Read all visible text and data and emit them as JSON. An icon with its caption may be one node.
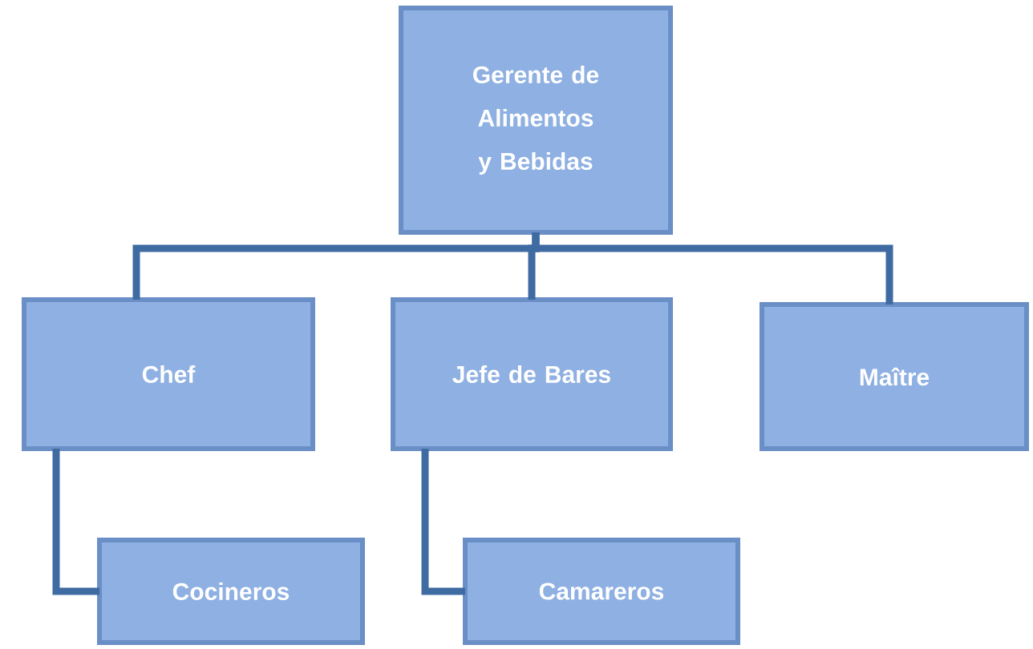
{
  "diagram": {
    "nodes": [
      {
        "text": [
          "Gerente de Alimentos y Bebidas"
        ]
      },
      {
        "text": [
          "Chef"
        ]
      },
      {
        "text": [
          "Jefe de Bares"
        ]
      },
      {
        "text": [
          "Maître"
        ]
      },
      {
        "text": [
          "Cocineros"
        ]
      },
      {
        "text": [
          "Camareros"
        ]
      }
    ],
    "edges": [
      {
        "from": 0,
        "to": 1,
        "arrow": "none"
      },
      {
        "from": 0,
        "to": 2,
        "arrow": "none"
      },
      {
        "from": 0,
        "to": 3,
        "arrow": "none"
      },
      {
        "from": 1,
        "to": 4,
        "arrow": "none"
      },
      {
        "from": 2,
        "to": 5,
        "arrow": "none"
      }
    ]
  }
}
